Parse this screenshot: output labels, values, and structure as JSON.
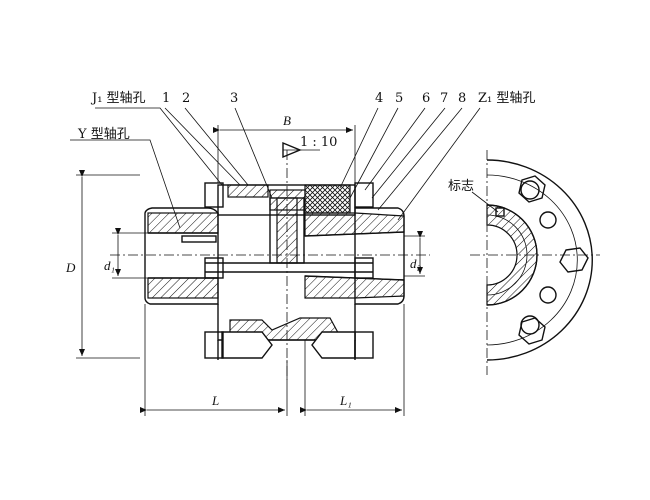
{
  "labels": {
    "j1_bore": "J₁ 型轴孔",
    "y_bore": "Y 型轴孔",
    "z1_bore": "Z₁ 型轴孔",
    "mark": "标志",
    "taper": "1 : 10",
    "dim_B": "B",
    "dim_D": "D",
    "dim_d1": "d₁",
    "dim_dz": "d₂",
    "dim_L": "L",
    "dim_L1": "L₁"
  },
  "part_numbers": [
    "1",
    "2",
    "3",
    "4",
    "5",
    "6",
    "7",
    "8"
  ]
}
